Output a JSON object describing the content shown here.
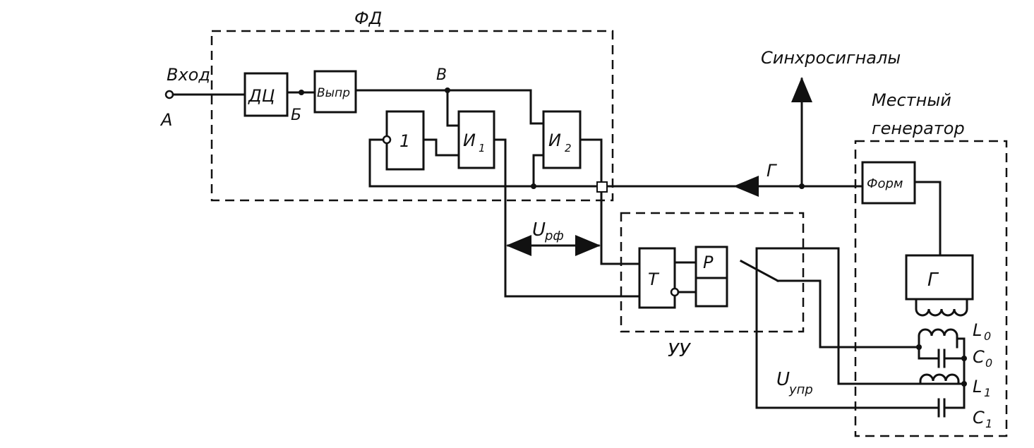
{
  "blocks": {
    "fd_label": "ФД",
    "uu_label": "УУ",
    "local_gen_line1": "Местный",
    "local_gen_line2": "генератор",
    "dc": "ДЦ",
    "vyp": "Выпр",
    "not_gate": "1",
    "and1_main": "И",
    "and1_sub": "1",
    "and2_main": "И",
    "and2_sub": "2",
    "trigger": "Т",
    "relay": "Р",
    "former": "Форм",
    "generator": "Г"
  },
  "signals": {
    "input": "Вход",
    "point_a": "А",
    "point_b": "Б",
    "point_v": "В",
    "point_g": "Г",
    "sync": "Синхросигналы",
    "u_rf_main": "U",
    "u_rf_sub": "рф",
    "u_upr_main": "U",
    "u_upr_sub": "упр"
  },
  "components": {
    "l0_main": "L",
    "l0_sub": "0",
    "c0_main": "C",
    "c0_sub": "0",
    "l1_main": "L",
    "l1_sub": "1",
    "c1_main": "C",
    "c1_sub": "1"
  }
}
